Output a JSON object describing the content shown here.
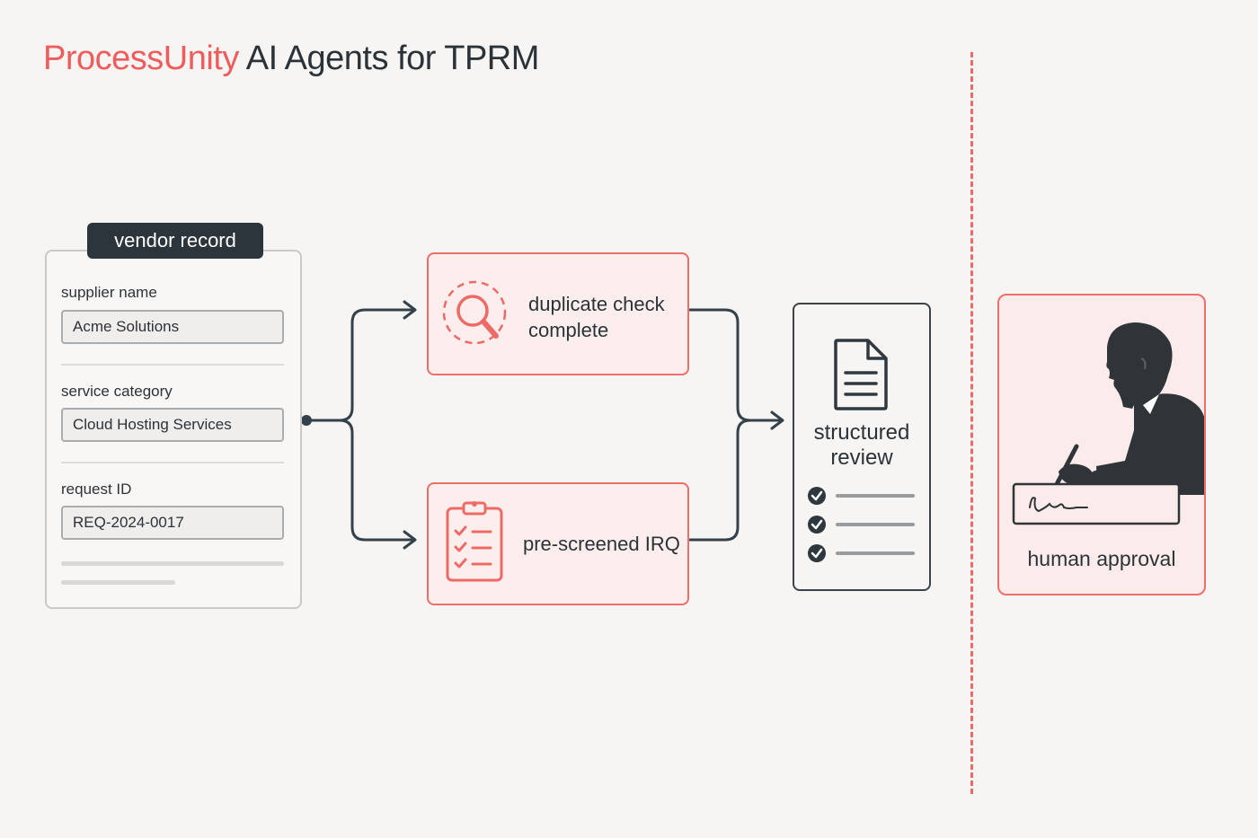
{
  "title": {
    "brand": "ProcessUnity",
    "rest": " AI Agents for TPRM"
  },
  "vendor_record": {
    "tag": "vendor record",
    "fields": [
      {
        "label": "supplier name",
        "value": "Acme Solutions"
      },
      {
        "label": "service category",
        "value": "Cloud Hosting Services"
      },
      {
        "label": "request ID",
        "value": "REQ-2024-0017"
      }
    ]
  },
  "agents": {
    "duplicate_check": {
      "line1": "duplicate check",
      "line2": "complete",
      "icon": "magnifier-icon"
    },
    "irq": {
      "label": "pre-screened IRQ",
      "icon": "clipboard-checklist-icon"
    }
  },
  "review": {
    "line1": "structured",
    "line2": "review",
    "icon": "document-icon",
    "checks": 3
  },
  "approval": {
    "label": "human approval",
    "icon": "person-signing-icon"
  },
  "colors": {
    "accent": "#ee5c5c",
    "dark": "#2c353b",
    "card_tint": "#fceeed",
    "background": "#f6f5f3"
  }
}
